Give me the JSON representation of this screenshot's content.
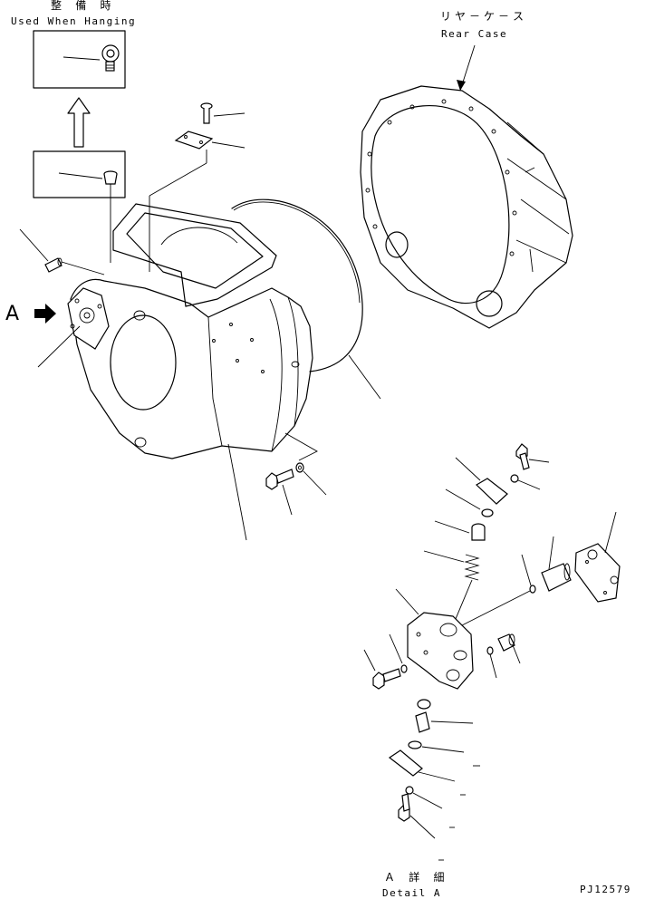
{
  "labels": {
    "hanging_jp": "整 備 時",
    "hanging_en": "Used When Hanging",
    "rear_case_jp": "リヤ－ケ－ス",
    "rear_case_en": "Rear Case",
    "view_arrow": "A",
    "detail_jp": "Ａ 詳 細",
    "detail_en": "Detail A",
    "drawing_number": "PJ12579"
  }
}
